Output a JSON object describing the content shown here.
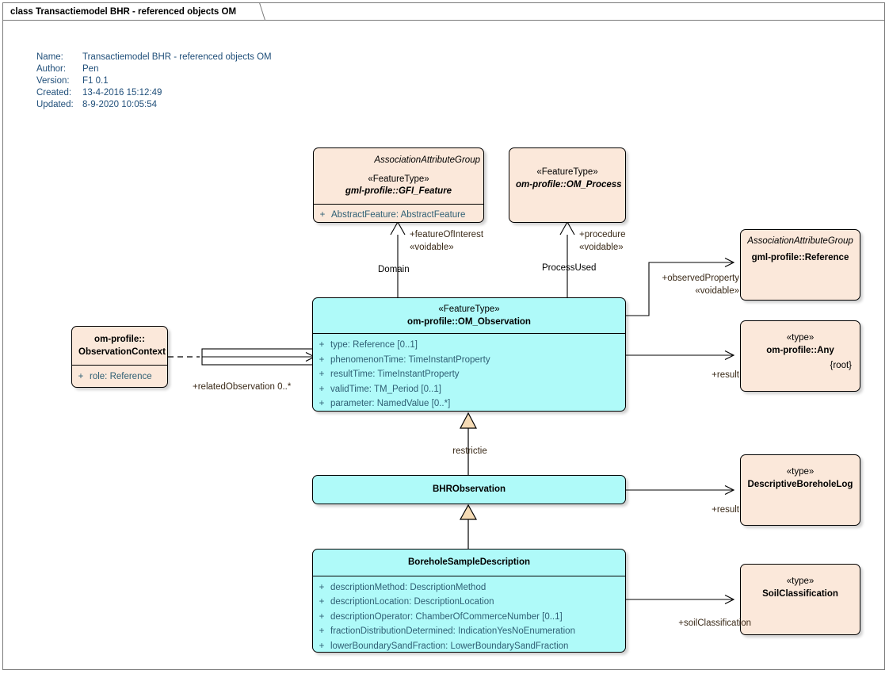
{
  "diagram": {
    "tab_title": "class Transactiemodel BHR - referenced objects OM",
    "metadata": [
      {
        "label": "Name:",
        "value": "Transactiemodel BHR - referenced objects OM"
      },
      {
        "label": "Author:",
        "value": "Pen"
      },
      {
        "label": "Version:",
        "value": "F1 0.1"
      },
      {
        "label": "Created:",
        "value": "13-4-2016 15:12:49"
      },
      {
        "label": "Updated:",
        "value": "8-9-2020 10:05:54"
      }
    ],
    "colors": {
      "peach_fill": "#fbe8da",
      "cyan_fill": "#affaf9",
      "border": "#000000",
      "meta_text": "#1f4e79",
      "attr_text": "#2f5f74",
      "edge_label": "#3a2a18",
      "generalization_arrow_fill": "#f5dbb5"
    }
  },
  "classes": {
    "gfi_feature": {
      "group": "AssociationAttributeGroup",
      "stereotype": "«FeatureType»",
      "name": "gml-profile::GFI_Feature",
      "attributes": [
        {
          "visibility": "+",
          "signature": "AbstractFeature: AbstractFeature"
        }
      ]
    },
    "om_process": {
      "stereotype": "«FeatureType»",
      "name": "om-profile::OM_Process"
    },
    "reference": {
      "group": "AssociationAttributeGroup",
      "name": "gml-profile::Reference"
    },
    "any": {
      "stereotype": "«type»",
      "name": "om-profile::Any",
      "tag": "{root}"
    },
    "observation_context": {
      "name_line1": "om-profile::",
      "name_line2": "ObservationContext",
      "attributes": [
        {
          "visibility": "+",
          "signature": "role: Reference"
        }
      ]
    },
    "om_observation": {
      "stereotype": "«FeatureType»",
      "name": "om-profile::OM_Observation",
      "attributes": [
        {
          "visibility": "+",
          "signature": "type: Reference [0..1]"
        },
        {
          "visibility": "+",
          "signature": "phenomenonTime: TimeInstantProperty"
        },
        {
          "visibility": "+",
          "signature": "resultTime: TimeInstantProperty"
        },
        {
          "visibility": "+",
          "signature": "validTime: TM_Period [0..1]"
        },
        {
          "visibility": "+",
          "signature": "parameter: NamedValue [0..*]"
        }
      ]
    },
    "bhr_observation": {
      "name": "BHRObservation"
    },
    "borehole_sample_description": {
      "name": "BoreholeSampleDescription",
      "attributes": [
        {
          "visibility": "+",
          "signature": "descriptionMethod: DescriptionMethod"
        },
        {
          "visibility": "+",
          "signature": "descriptionLocation: DescriptionLocation"
        },
        {
          "visibility": "+",
          "signature": "descriptionOperator: ChamberOfCommerceNumber [0..1]"
        },
        {
          "visibility": "+",
          "signature": "fractionDistributionDetermined: IndicationYesNoEnumeration"
        },
        {
          "visibility": "+",
          "signature": "lowerBoundarySandFraction: LowerBoundarySandFraction"
        }
      ]
    },
    "descriptive_borehole_log": {
      "stereotype": "«type»",
      "name": "DescriptiveBoreholeLog"
    },
    "soil_classification": {
      "stereotype": "«type»",
      "name": "SoilClassification"
    }
  },
  "edge_labels": {
    "feature_of_interest_role": "+featureOfInterest",
    "feature_of_interest_stereo": "«voidable»",
    "domain": "Domain",
    "procedure_role": "+procedure",
    "procedure_stereo": "«voidable»",
    "process_used": "ProcessUsed",
    "observed_property_role": "+observedProperty",
    "observed_property_stereo": "«voidable»",
    "result_any": "+result",
    "related_observation": "+relatedObservation 0..*",
    "restrictie": "restrictie",
    "result_log": "+result",
    "soil_classification": "+soilClassification"
  }
}
